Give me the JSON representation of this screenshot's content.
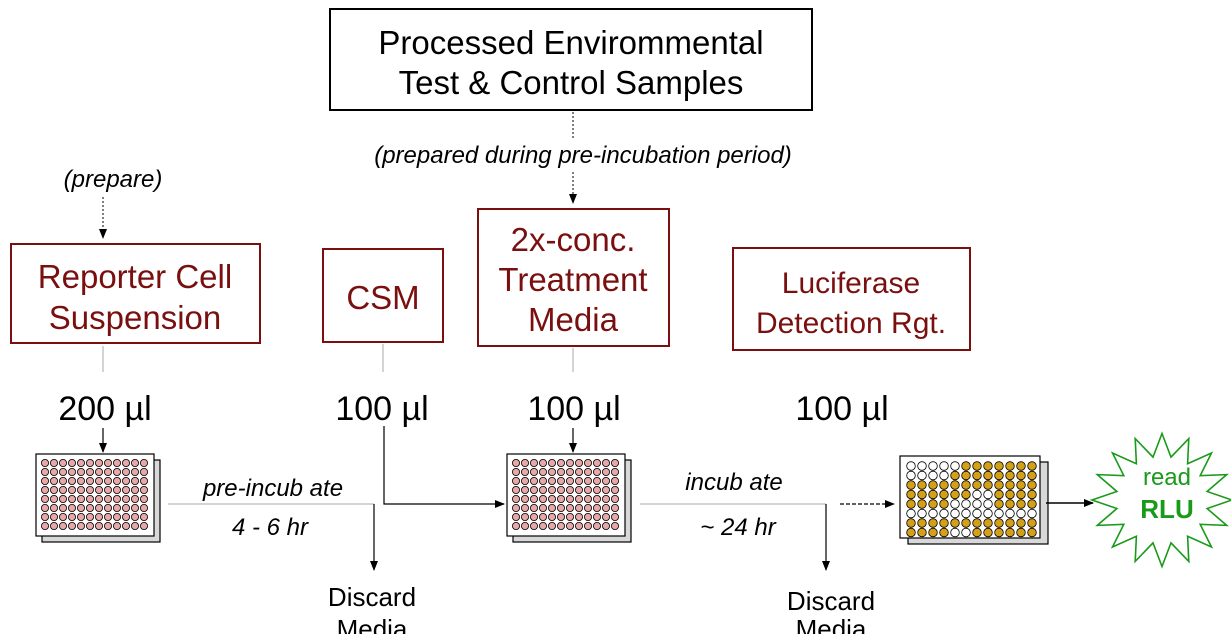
{
  "colors": {
    "box_red": "#7a0f0f",
    "text_red": "#7a0f0f",
    "black": "#000000",
    "well_pink": "#e8a8a8",
    "well_gold": "#d4a017",
    "well_white": "#ffffff",
    "rlu_green": "#1a9a1a"
  },
  "source_box": {
    "line1": "Processed Envirommental",
    "line2": "Test & Control Samples"
  },
  "notes": {
    "prepared_during": "(prepared during pre-incubation period)",
    "prepare": "(prepare)"
  },
  "reagents": {
    "reporter": {
      "line1": "Reporter Cell",
      "line2": "Suspension",
      "volume": "200 µl"
    },
    "csm": {
      "label": "CSM",
      "volume": "100 µl"
    },
    "treatment": {
      "line1": "2x-conc.",
      "line2": "Treatment",
      "line3": "Media",
      "volume": "100 µl"
    },
    "luciferase": {
      "line1": "Luciferase",
      "line2": "Detection Rgt.",
      "volume": "100 µl"
    }
  },
  "steps": {
    "preincubate": {
      "label": "pre-incub ate",
      "time": "4 - 6 hr"
    },
    "incubate": {
      "label": "incub ate",
      "time": "~ 24 hr"
    }
  },
  "discard": {
    "first": {
      "line1": "Discard",
      "line2": "Media"
    },
    "second": {
      "line1": "Discard",
      "line2": "Media"
    }
  },
  "read": {
    "line1": "read",
    "line2": "RLU"
  },
  "plates": {
    "plate3_pattern": [
      "wwwwwggggggg",
      "wwwwgggggggg",
      "gggggggggggg",
      "ggggggwwgggg",
      "ggggwwwwgggg",
      "wwwwwwwwwwww",
      "gggggggggggg",
      "ggggwwgggggg"
    ]
  }
}
